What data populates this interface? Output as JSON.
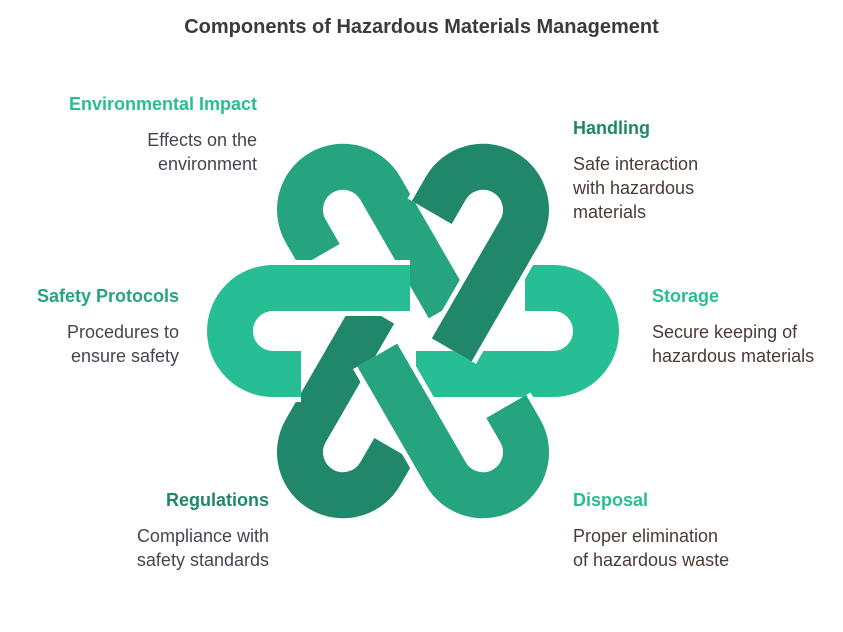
{
  "title": "Components of Hazardous Materials Management",
  "colors": {
    "light": "#28BE93",
    "medium": "#26A37F",
    "dark": "#20876A"
  },
  "components": [
    {
      "id": "environmental-impact",
      "title": "Environmental Impact",
      "description": "Effects on the environment",
      "color": "#28BE93"
    },
    {
      "id": "handling",
      "title": "Handling",
      "description": "Safe interaction with hazardous materials",
      "color": "#20876A"
    },
    {
      "id": "safety-protocols",
      "title": "Safety Protocols",
      "description": "Procedures to ensure safety",
      "color": "#26A37F"
    },
    {
      "id": "storage",
      "title": "Storage",
      "description": "Secure keeping of hazardous materials",
      "color": "#28BE93"
    },
    {
      "id": "regulations",
      "title": "Regulations",
      "description": "Compliance with safety standards",
      "color": "#20876A"
    },
    {
      "id": "disposal",
      "title": "Disposal",
      "description": "Proper elimination of hazardous waste",
      "color": "#28BE93"
    }
  ]
}
